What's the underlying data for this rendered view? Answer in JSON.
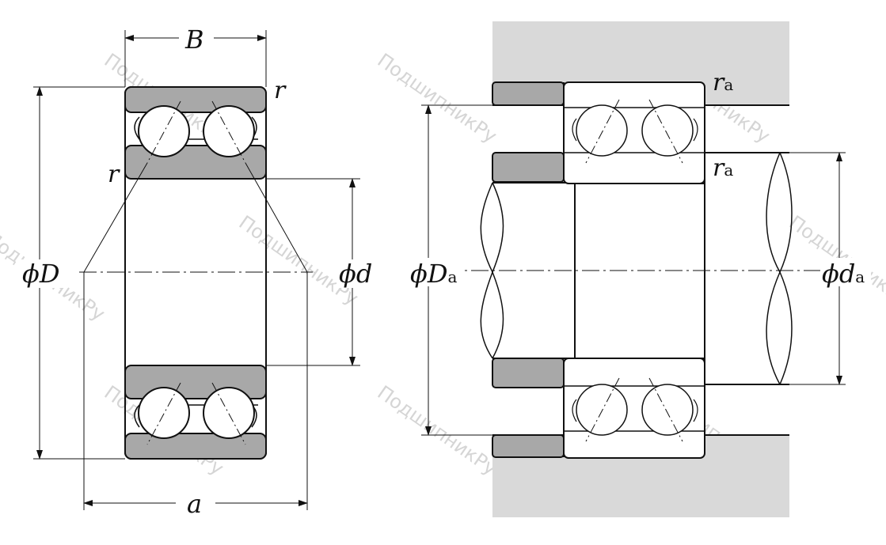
{
  "left": {
    "width_label": "B",
    "outer_dia_label": "ϕD",
    "bore_label": "ϕd",
    "spread_label": "a",
    "chamfer_label_outer": "r",
    "chamfer_label_inner": "r"
  },
  "right": {
    "housing_dia_label": "ϕD",
    "housing_dia_sub": "a",
    "shaft_dia_label": "ϕd",
    "shaft_dia_sub": "a",
    "fillet_label_top": "r",
    "fillet_label_top_sub": "a",
    "fillet_label_mid": "r",
    "fillet_label_mid_sub": "a"
  },
  "watermark": "ПодшипникРу",
  "colors": {
    "ring_fill": "#a8a8a8",
    "housing_fill": "#d9d9d9",
    "stroke": "#111111"
  }
}
